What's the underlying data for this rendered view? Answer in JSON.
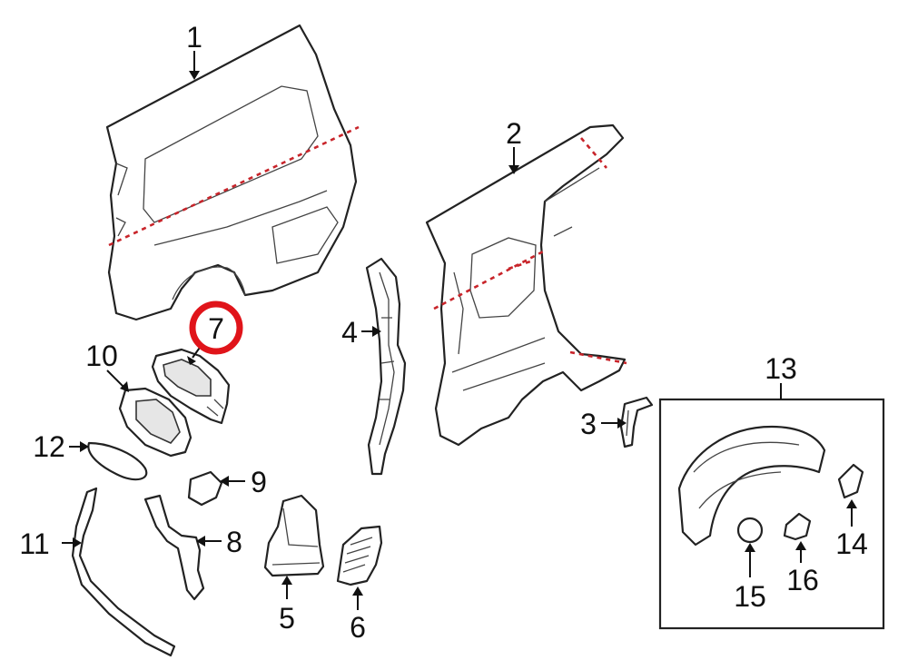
{
  "callouts": {
    "c1": "1",
    "c2": "2",
    "c3": "3",
    "c4": "4",
    "c5": "5",
    "c6": "6",
    "c7": "7",
    "c8": "8",
    "c9": "9",
    "c10": "10",
    "c11": "11",
    "c12": "12",
    "c13": "13",
    "c14": "14",
    "c15": "15",
    "c16": "16"
  },
  "highlighted_callout": "7",
  "colors": {
    "cut_line": "#c8242a",
    "highlight_ring": "#e0141a",
    "line_art": "#222222",
    "background": "#ffffff"
  }
}
